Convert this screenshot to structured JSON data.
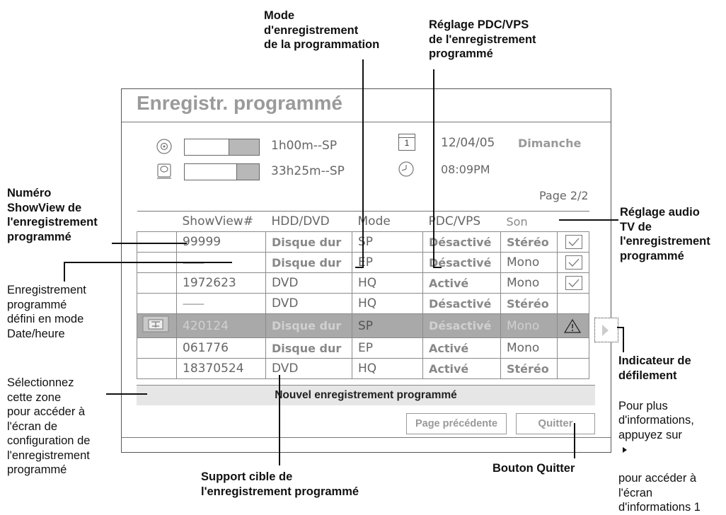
{
  "dialog": {
    "title": "Enregistr. programmé",
    "dvd_remaining": "1h00m--SP",
    "hdd_remaining": "33h25m--SP",
    "dvd_fill": 0.4,
    "hdd_fill": 0.3,
    "calendar_day": "1",
    "date": "12/04/05",
    "weekday": "Dimanche",
    "time": "08:09PM",
    "page": "Page 2/2",
    "columns": [
      "ShowView#",
      "HDD/DVD",
      "Mode",
      "PDC/VPS",
      "Son"
    ],
    "rows": [
      {
        "showview": "99999",
        "media": "Disque dur",
        "mode": "SP",
        "pdc": "Désactivé",
        "son": "Stéréo",
        "status": "check"
      },
      {
        "showview": "----------",
        "media": "Disque dur",
        "mode": "EP",
        "pdc": "Désactivé",
        "son": "Mono",
        "status": "check"
      },
      {
        "showview": "1972623",
        "media": "DVD",
        "mode": "HQ",
        "pdc": "Activé",
        "son": "Mono",
        "status": "check"
      },
      {
        "showview": "----------",
        "media": "DVD",
        "mode": "HQ",
        "pdc": "Désactivé",
        "son": "Stéréo",
        "status": ""
      },
      {
        "showview": "420124",
        "media": "Disque dur",
        "mode": "SP",
        "pdc": "Désactivé",
        "son": "Mono",
        "status": "warning",
        "selected": true
      },
      {
        "showview": "061776",
        "media": "Disque dur",
        "mode": "EP",
        "pdc": "Activé",
        "son": "Mono",
        "status": ""
      },
      {
        "showview": "18370524",
        "media": "DVD",
        "mode": "HQ",
        "pdc": "Activé",
        "son": "Stéréo",
        "status": ""
      }
    ],
    "new_recording": "Nouvel enregistrement programmé",
    "prev_page": "Page précédente",
    "quit": "Quitter"
  },
  "callouts": {
    "mode": "Mode\nd'enregistrement\nde la programmation",
    "pdc": "Réglage PDC/VPS\nde l'enregistrement\nprogrammé",
    "showview": "Numéro\nShowView de\nl'enregistrement\nprogrammé",
    "datetime": "Enregistrement\nprogrammé\ndéfini en mode\nDate/heure",
    "select_zone": "Sélectionnez\ncette zone\npour accéder à\nl'écran de\nconfiguration de\nl'enregistrement\nprogrammé",
    "audio": "Réglage audio\nTV de\nl'enregistrement\nprogrammé",
    "scroll_title": "Indicateur de\ndéfilement",
    "scroll_desc_1": "Pour plus\nd'informations,\nappuyez sur",
    "scroll_desc_2": "pour accéder à\nl'écran\nd'informations 1",
    "target": "Support cible de\nl'enregistrement programmé",
    "quit_button": "Bouton Quitter"
  },
  "icons": [
    "disc-icon",
    "hdd-icon",
    "calendar-icon",
    "clock-icon",
    "timer-record-icon",
    "check-icon",
    "warning-icon",
    "scroll-right-icon",
    "right-triangle-icon"
  ]
}
